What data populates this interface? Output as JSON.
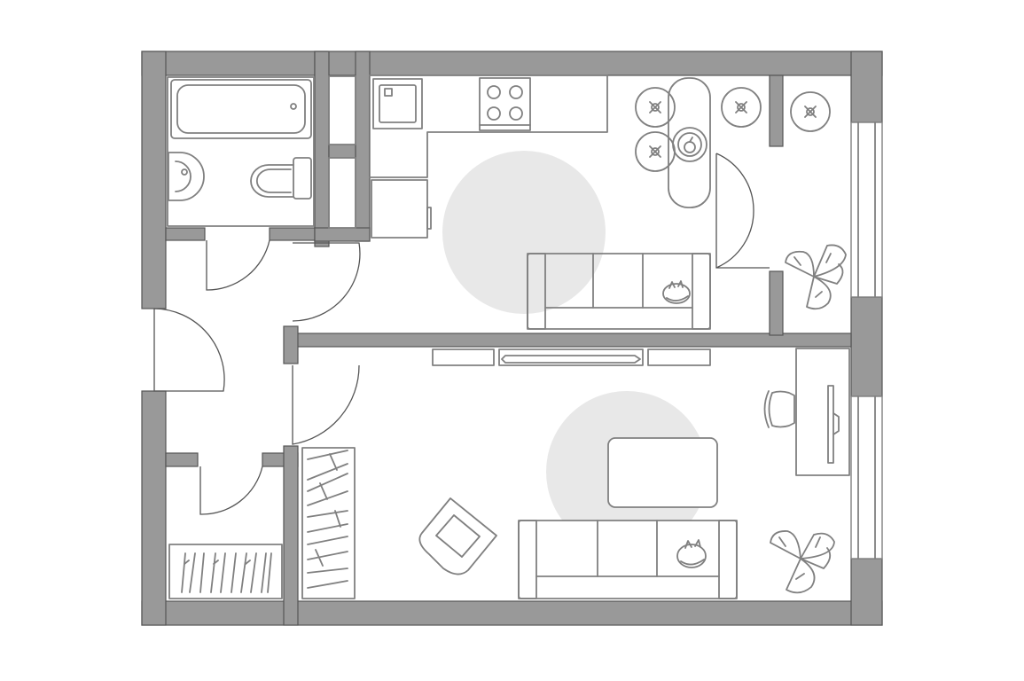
{
  "plan": {
    "rooms": [
      "bathroom",
      "kitchen-living",
      "hallway",
      "bedroom",
      "wardrobe",
      "balcony"
    ],
    "colors": {
      "background": "#ffffff",
      "wall": "#999999",
      "wall_outline": "#555555",
      "furniture": "#808080",
      "rug": "#e8e8e8"
    },
    "icons": [
      "bathtub-icon",
      "sink-icon",
      "toilet-icon",
      "stove-icon",
      "kitchen-sink-icon",
      "sofa-icon",
      "cat-icon",
      "plant-icon",
      "chair-icon",
      "armchair-icon",
      "desk-icon",
      "monitor-icon",
      "tv-icon"
    ]
  }
}
